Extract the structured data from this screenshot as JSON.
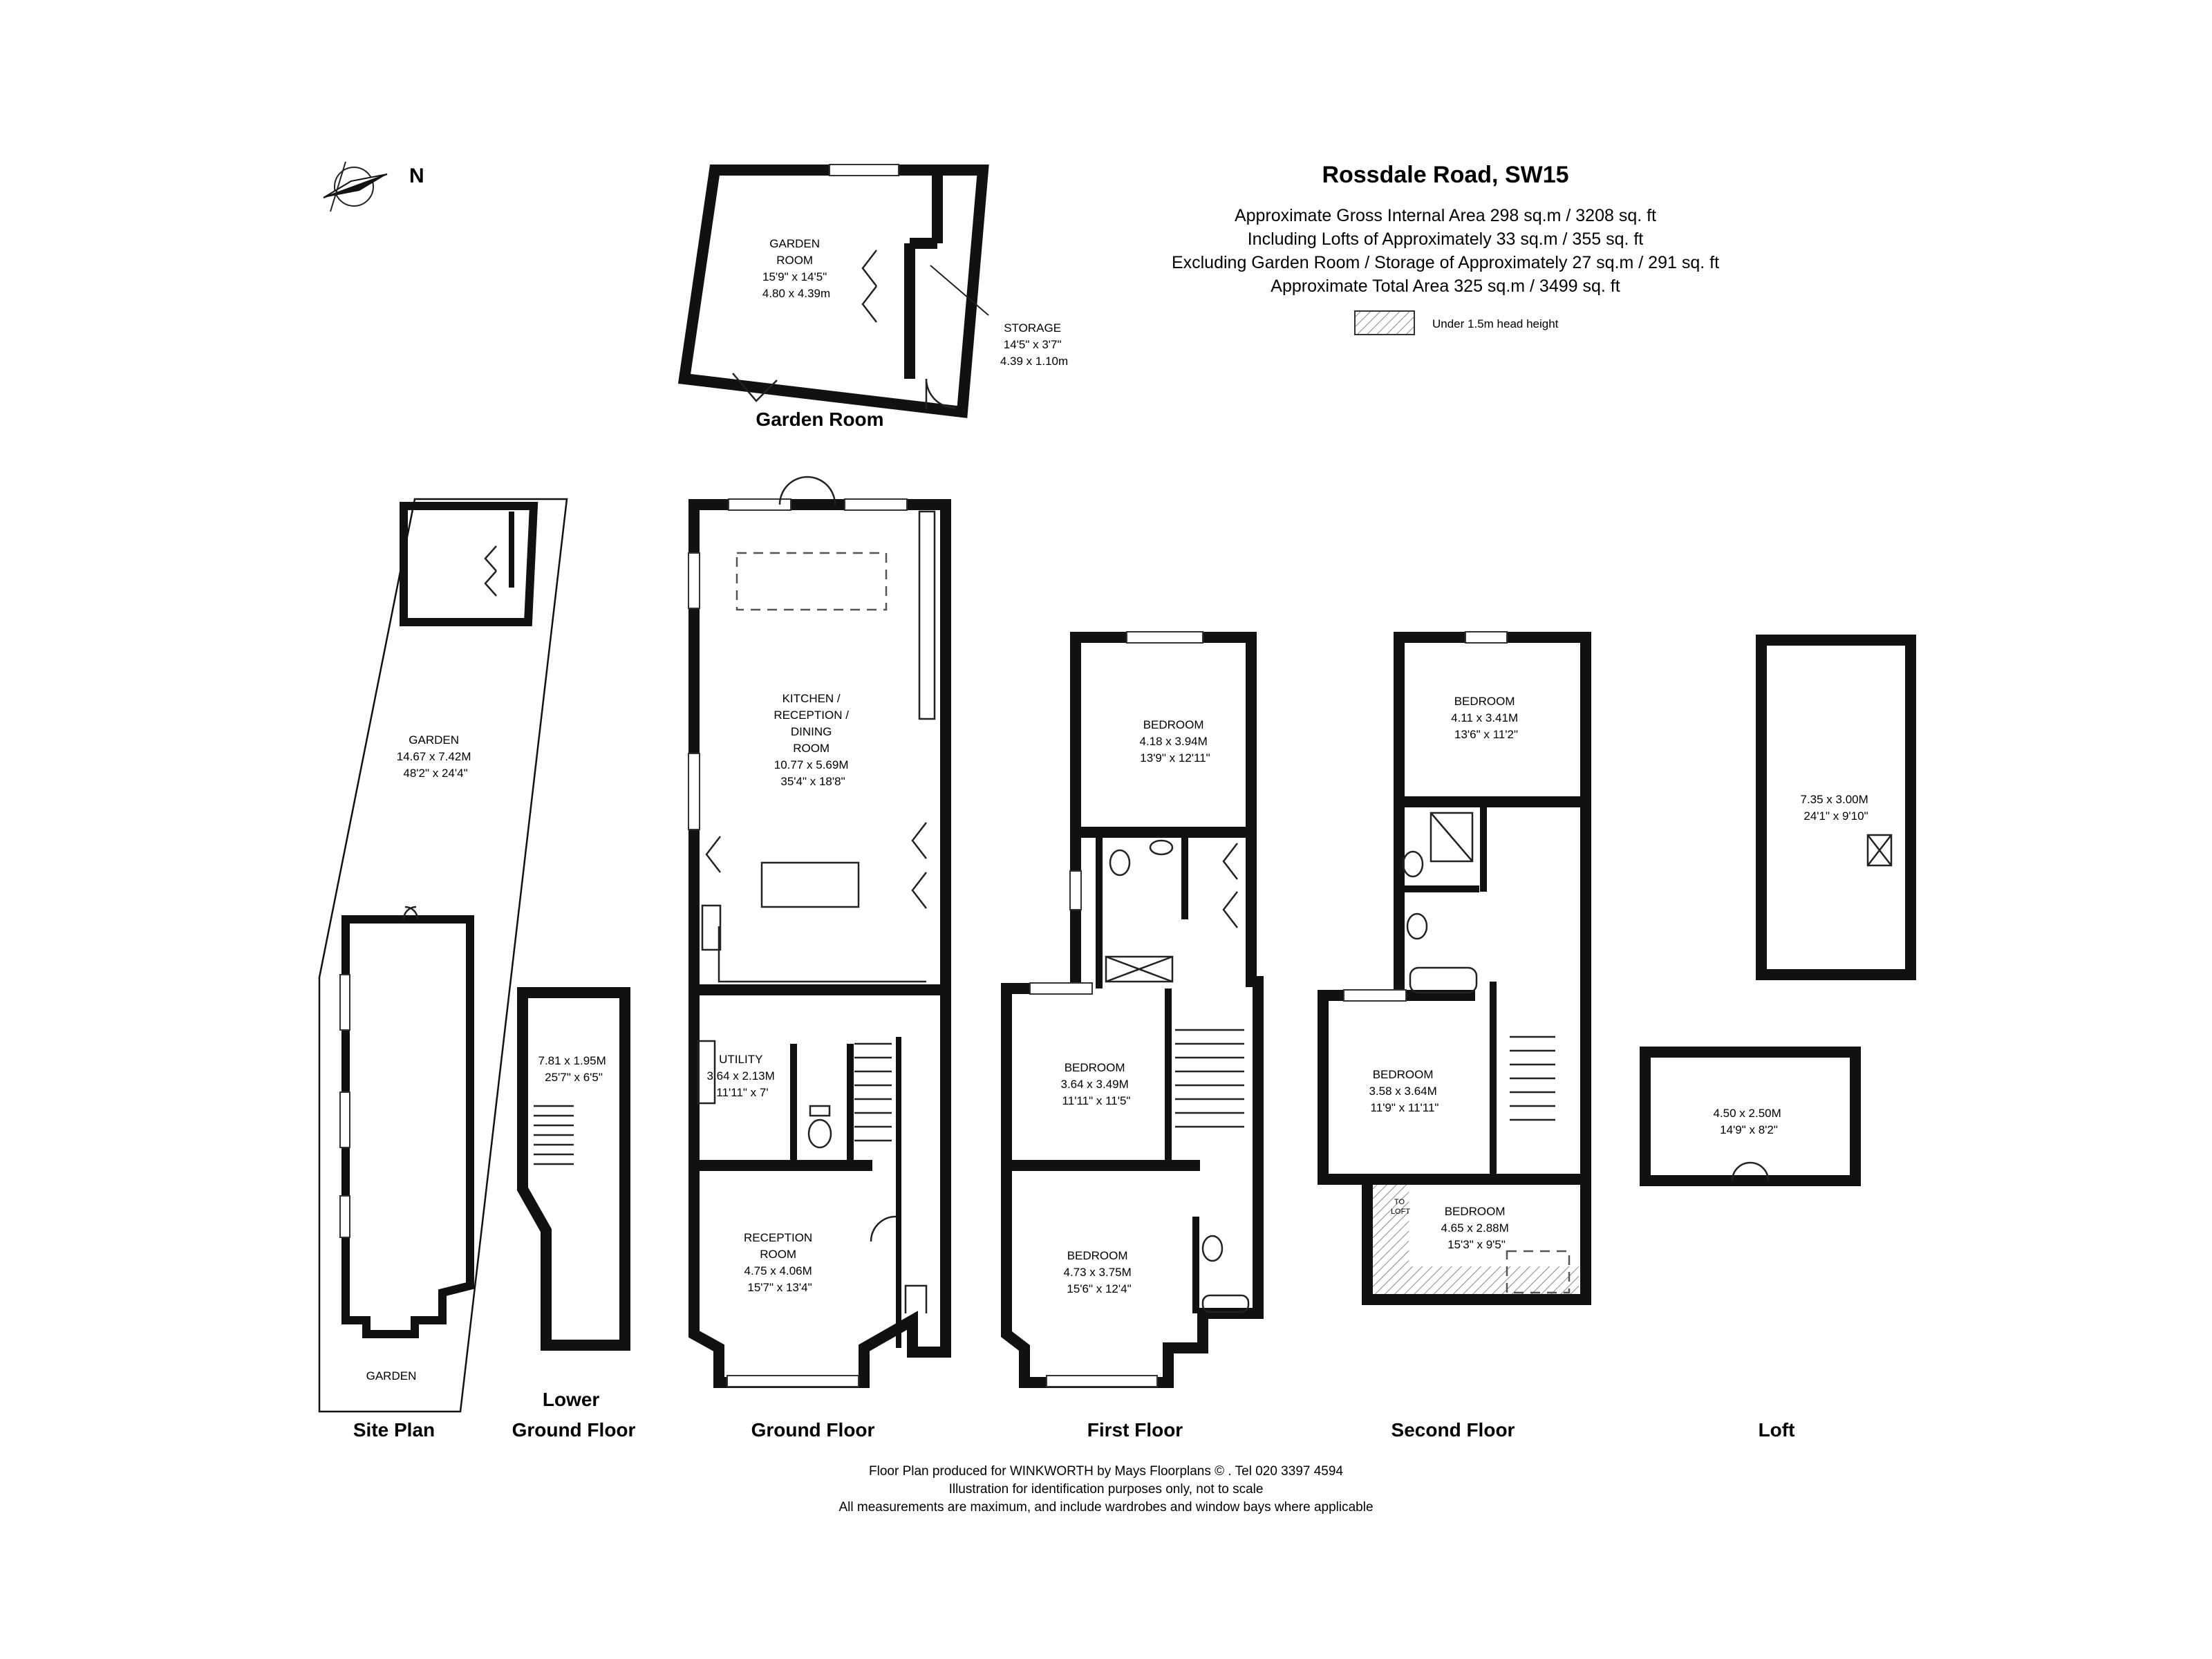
{
  "header": {
    "title": "Rossdale Road, SW15",
    "lines": [
      "Approximate Gross Internal Area 298 sq.m  /  3208 sq. ft",
      "Including Lofts of Approximately 33 sq.m  /  355 sq. ft",
      "Excluding Garden Room / Storage of Approximately 27 sq.m  /  291 sq. ft",
      "Approximate Total Area 325 sq.m  /  3499 sq. ft"
    ],
    "key_label": "Under 1.5m head height"
  },
  "compass": {
    "label": "N",
    "icon": "compass-icon"
  },
  "footer": {
    "lines": [
      "Floor Plan produced for WINKWORTH by Mays Floorplans © .  Tel 020 3397 4594",
      "Illustration for identification purposes only, not to scale",
      "All measurements are maximum, and include wardrobes and window bays where applicable"
    ]
  },
  "floors": {
    "garden_room": {
      "label": "Garden Room"
    },
    "site_plan": {
      "label": "Site Plan"
    },
    "lower_ground": {
      "label_line1": "Lower",
      "label_line2": "Ground Floor"
    },
    "ground": {
      "label": "Ground Floor"
    },
    "first": {
      "label": "First Floor"
    },
    "second": {
      "label": "Second Floor"
    },
    "loft": {
      "label": "Loft"
    }
  },
  "rooms": {
    "garden_room": [
      "GARDEN",
      "ROOM",
      "15'9\" x 14'5\"",
      "4.80 x 4.39m"
    ],
    "storage": [
      "STORAGE",
      "14'5\" x 3'7\"",
      "4.39 x 1.10m"
    ],
    "site_garden": [
      "GARDEN",
      "14.67 x 7.42M",
      "48'2\" x 24'4\""
    ],
    "site_front_garden": [
      "GARDEN"
    ],
    "lower_ground": [
      "7.81 x 1.95M",
      "25'7\" x 6'5\""
    ],
    "kitchen": [
      "KITCHEN /",
      "RECEPTION /",
      "DINING",
      "ROOM",
      "10.77 x 5.69M",
      "35'4\" x 18'8\""
    ],
    "utility": [
      "UTILITY",
      "3.64 x 2.13M",
      "11'11\" x 7'"
    ],
    "reception": [
      "RECEPTION",
      "ROOM",
      "4.75 x 4.06M",
      "15'7\" x 13'4\""
    ],
    "ff_bed_rear": [
      "BEDROOM",
      "4.18 x 3.94M",
      "13'9\" x 12'11\""
    ],
    "ff_bed_mid": [
      "BEDROOM",
      "3.64 x 3.49M",
      "11'11\" x 11'5\""
    ],
    "ff_bed_front": [
      "BEDROOM",
      "4.73 x 3.75M",
      "15'6\" x 12'4\""
    ],
    "sf_bed_rear": [
      "BEDROOM",
      "4.11 x 3.41M",
      "13'6\" x 11'2\""
    ],
    "sf_bed_mid": [
      "BEDROOM",
      "3.58 x 3.64M",
      "11'9\" x 11'11\""
    ],
    "sf_bed_front": [
      "BEDROOM",
      "4.65 x 2.88M",
      "15'3\" x 9'5\""
    ],
    "sf_to_loft": [
      "TO",
      "LOFT"
    ],
    "loft_upper": [
      "7.35 x 3.00M",
      "24'1\" x 9'10\""
    ],
    "loft_lower": [
      "4.50 x 2.50M",
      "14'9\" x 8'2\""
    ]
  }
}
